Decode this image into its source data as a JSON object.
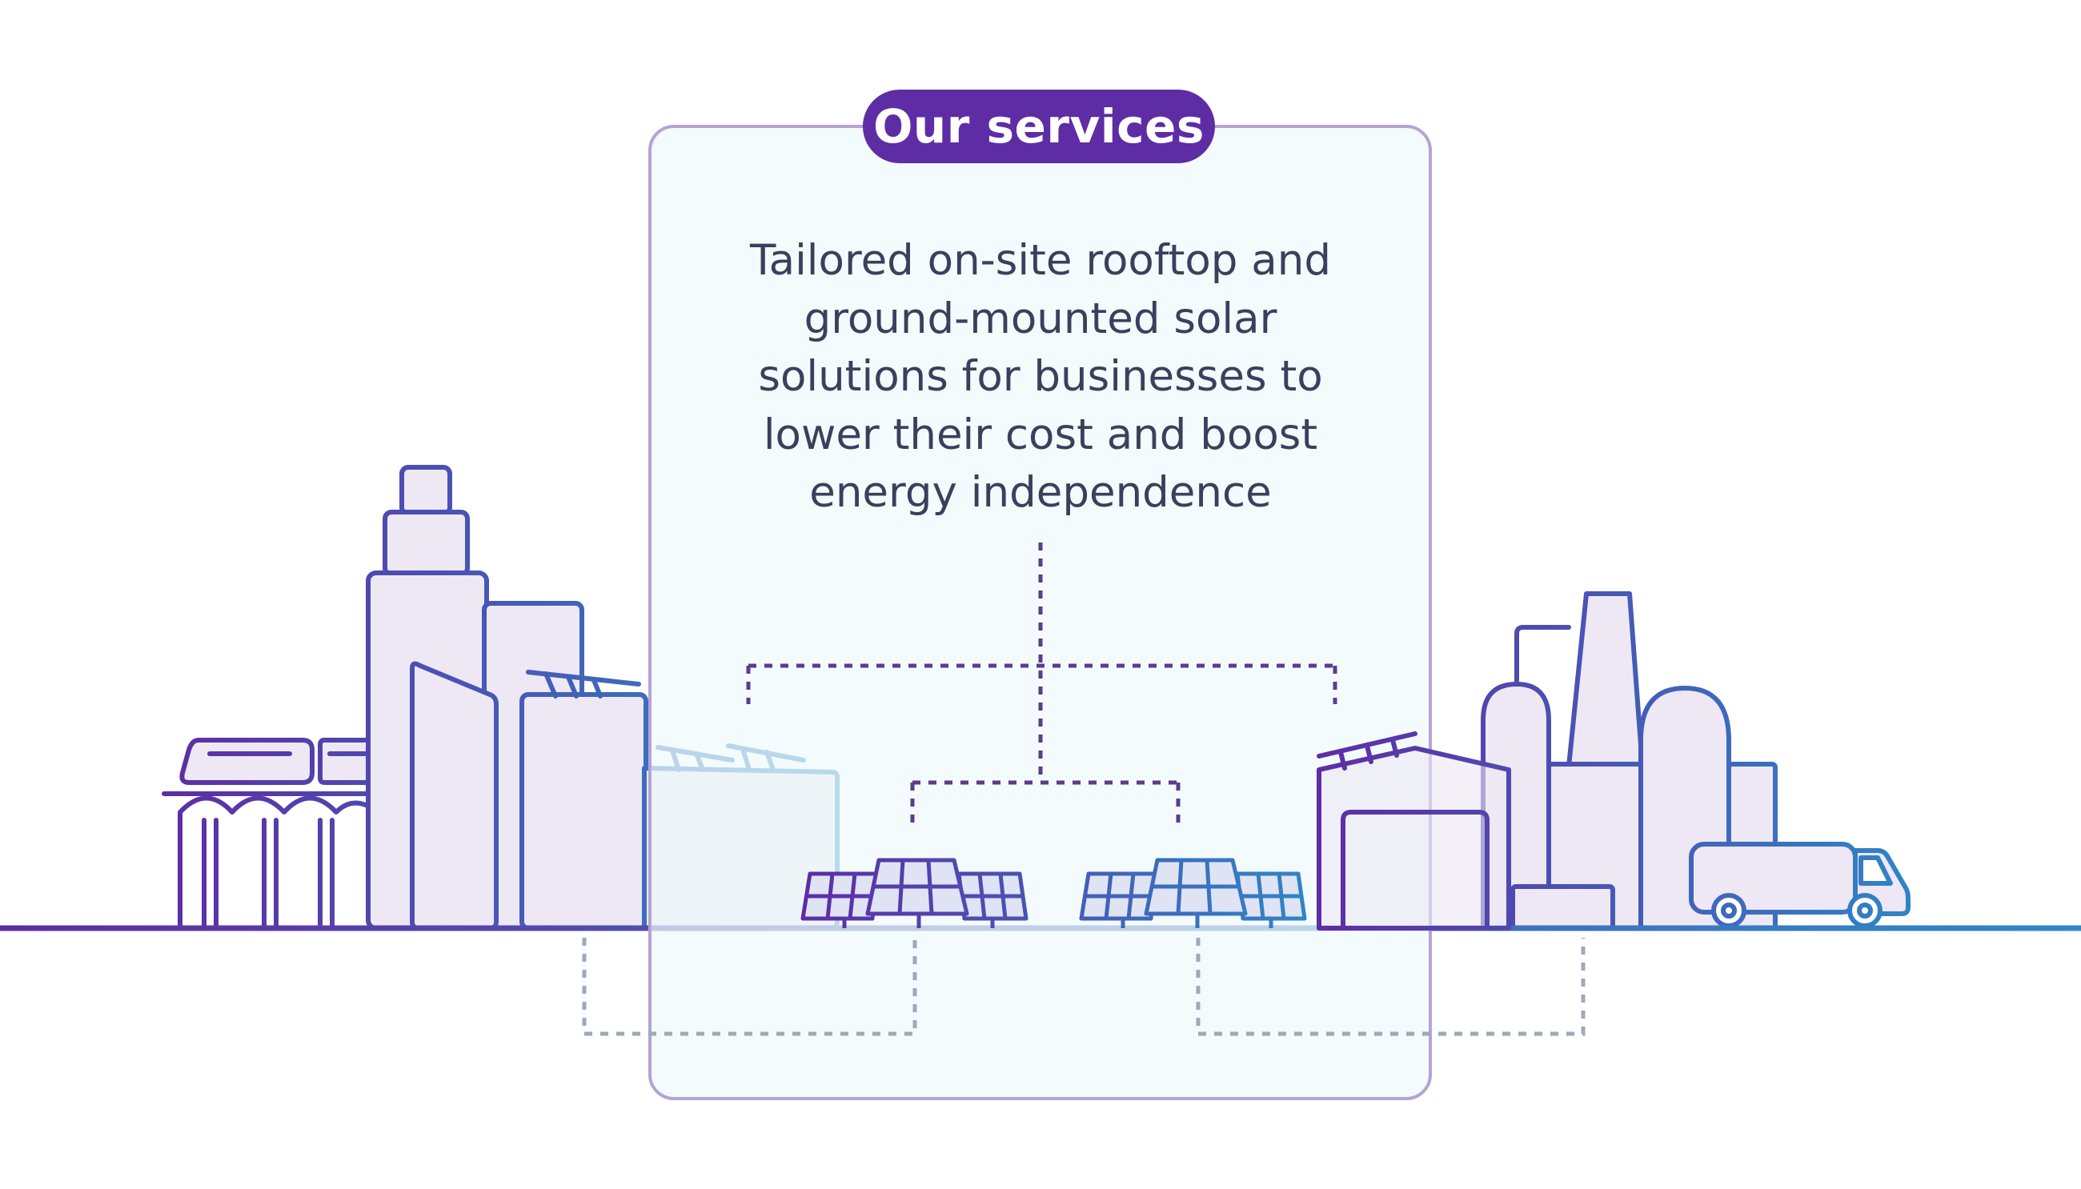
{
  "header": {
    "title": "Our services"
  },
  "main": {
    "description_lines": [
      "Tailored on-site rooftop and",
      "ground-mounted solar",
      "solutions for businesses to",
      "lower their cost and boost",
      "energy independence"
    ]
  },
  "illustration": {
    "left_group": [
      "monorail-train",
      "office-tower",
      "rooftop-solar-building",
      "warehouse-with-rooftop-solar"
    ],
    "center_group": [
      "solar-panel-array",
      "solar-panel-array"
    ],
    "right_group": [
      "hangar-with-rooftop-solar",
      "industrial-plant-with-chimney",
      "delivery-truck"
    ],
    "colors": {
      "purple": "#5e2ca5",
      "blue": "#2f86c6",
      "panel_bg": "#eef9fb",
      "panel_border": "#b5a3d6",
      "building_fill": "#ede8f4",
      "dash_purple": "#5b3c8e",
      "dash_grey": "#9aaab8"
    }
  }
}
